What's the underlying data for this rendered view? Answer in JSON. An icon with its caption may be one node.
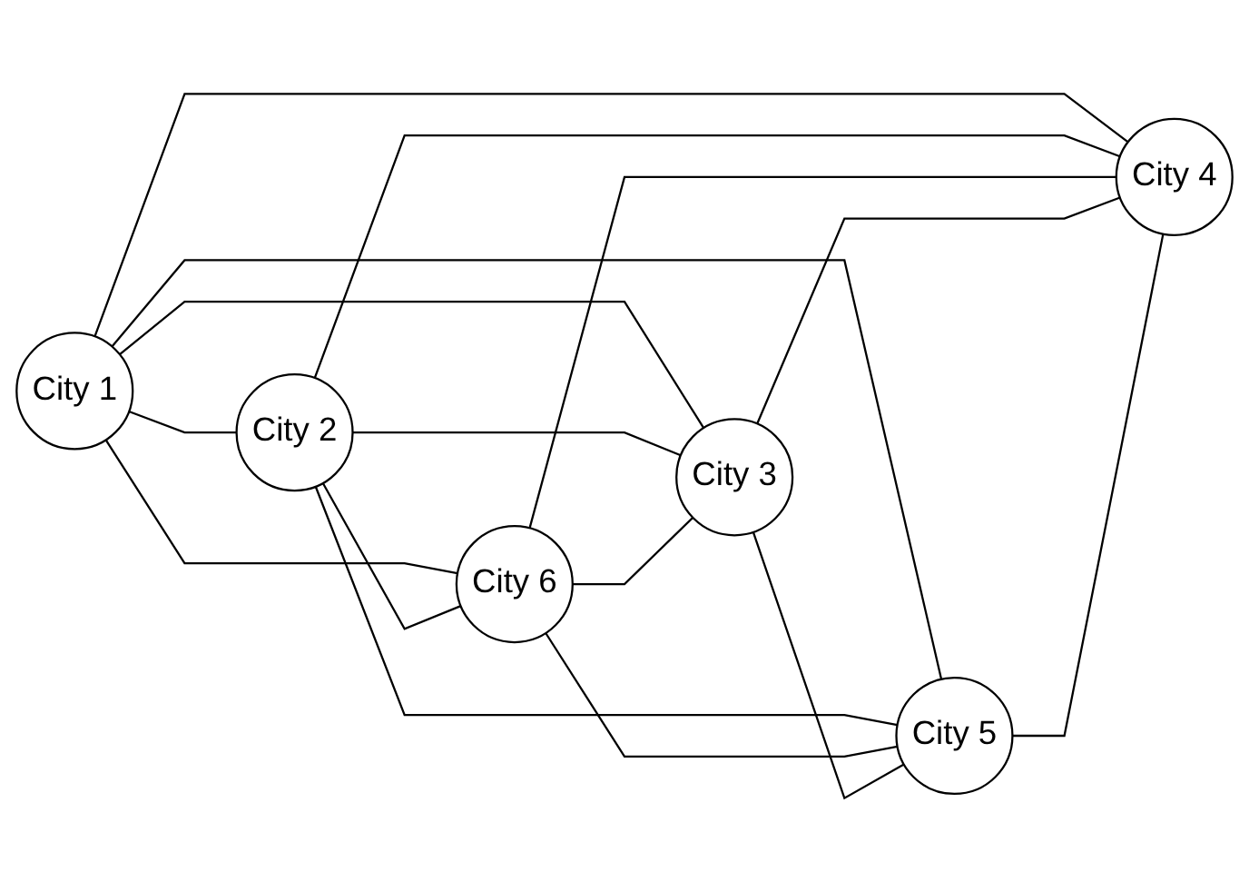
{
  "diagram": {
    "nodes": [
      {
        "text": [
          "City 1"
        ]
      },
      {
        "text": [
          "City 2"
        ]
      },
      {
        "text": [
          "City 6"
        ]
      },
      {
        "text": [
          "City 3"
        ]
      },
      {
        "text": [
          "City 5"
        ]
      },
      {
        "text": [
          "City 4"
        ]
      }
    ],
    "edges": [
      {
        "from": 0,
        "to": 1,
        "arrow": "none"
      },
      {
        "from": 0,
        "to": 2,
        "arrow": "none"
      },
      {
        "from": 0,
        "to": 3,
        "arrow": "none"
      },
      {
        "from": 0,
        "to": 4,
        "arrow": "none"
      },
      {
        "from": 0,
        "to": 5,
        "arrow": "none"
      },
      {
        "from": 1,
        "to": 2,
        "arrow": "none"
      },
      {
        "from": 1,
        "to": 3,
        "arrow": "none"
      },
      {
        "from": 1,
        "to": 4,
        "arrow": "none"
      },
      {
        "from": 1,
        "to": 5,
        "arrow": "none"
      },
      {
        "from": 2,
        "to": 3,
        "arrow": "none"
      },
      {
        "from": 2,
        "to": 4,
        "arrow": "none"
      },
      {
        "from": 2,
        "to": 5,
        "arrow": "none"
      },
      {
        "from": 3,
        "to": 4,
        "arrow": "none"
      },
      {
        "from": 3,
        "to": 5,
        "arrow": "none"
      },
      {
        "from": 4,
        "to": 5,
        "arrow": "none"
      }
    ]
  }
}
